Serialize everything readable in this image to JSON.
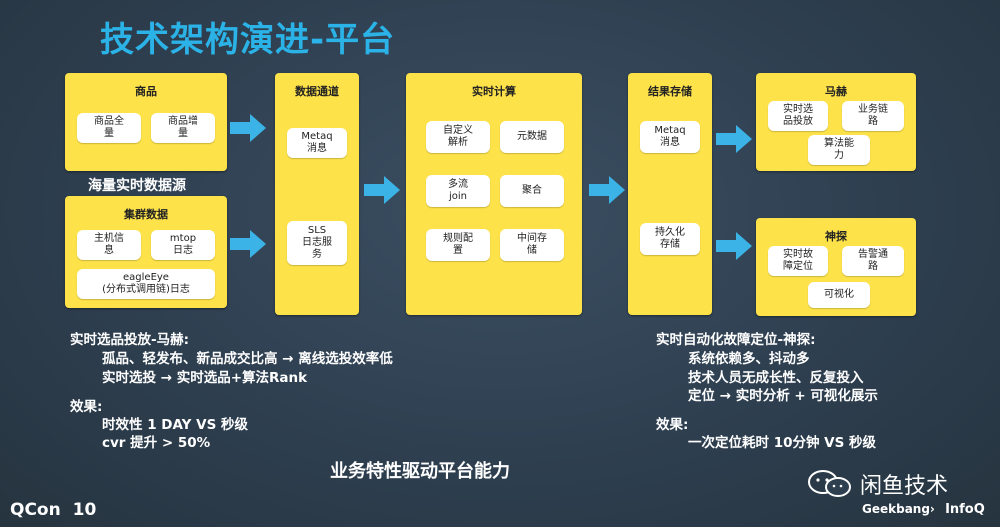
{
  "title": "技术架构演进-平台",
  "source_label": "海量实时数据源",
  "goods": {
    "head": "商品",
    "items": [
      "商品全\n量",
      "商品增\n量"
    ]
  },
  "cluster": {
    "head": "集群数据",
    "items": [
      "主机信\n息",
      "mtop\n日志",
      "eagleEye\n(分布式调用链)日志"
    ]
  },
  "channel": {
    "head": "数据通道",
    "items": [
      "Metaq\n消息",
      "SLS\n日志服\n务"
    ]
  },
  "compute": {
    "head": "实时计算",
    "items": [
      "自定义\n解析",
      "元数据",
      "多流\njoin",
      "聚合",
      "规则配\n置",
      "中间存\n储"
    ]
  },
  "store": {
    "head": "结果存储",
    "items": [
      "Metaq\n消息",
      "持久化\n存储"
    ]
  },
  "mahe": {
    "head": "马赫",
    "items": [
      "实时选\n品投放",
      "业务链\n路",
      "算法能\n力"
    ]
  },
  "shentan": {
    "head": "神探",
    "items": [
      "实时故\n障定位",
      "告警通\n路",
      "可视化"
    ]
  },
  "left_text": {
    "l1": "实时选品投放-马赫:",
    "l2": "孤品、轻发布、新品成交比高 → 离线选投效率低",
    "l3": "实时选投 → 实时选品+算法Rank",
    "l4": "效果:",
    "l5": "时效性 1 DAY VS 秒级",
    "l6": "cvr 提升 > 50%"
  },
  "right_text": {
    "l1": "实时自动化故障定位-神探:",
    "l2": "系统依赖多、抖动多",
    "l3": "技术人员无成长性、反复投入",
    "l4": "定位 → 实时分析 + 可视化展示",
    "l5": "效果:",
    "l6": "一次定位耗时  10分钟 VS 秒级"
  },
  "bottom_title": "业务特性驱动平台能力",
  "footer": {
    "qcon": "QCon",
    "ten": "10",
    "brand": "闲鱼技术",
    "geek": "Geekbang›",
    "infoq": "InfoQ"
  },
  "colors": {
    "title": "#2bb3e8",
    "box": "#fde24a",
    "arrow": "#3bb3e6"
  }
}
